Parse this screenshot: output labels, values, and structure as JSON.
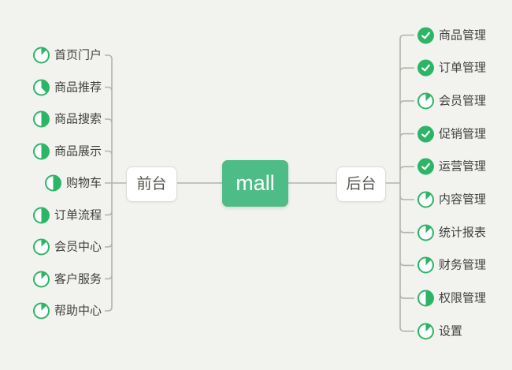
{
  "root": {
    "label": "mall"
  },
  "colors": {
    "node_green": "#4ebc86",
    "icon_green": "#2db567",
    "line_gray": "#b3b3ae",
    "background": "#f2f2ef"
  },
  "branches": {
    "left": {
      "label": "前台",
      "items": [
        {
          "label": "首页门户",
          "icon": "progress-pie",
          "progress": 12.5
        },
        {
          "label": "商品推荐",
          "icon": "progress-pie",
          "progress": 37.5
        },
        {
          "label": "商品搜索",
          "icon": "progress-pie",
          "progress": 50
        },
        {
          "label": "商品展示",
          "icon": "progress-pie",
          "progress": 50
        },
        {
          "label": "购物车",
          "icon": "progress-pie",
          "progress": 50
        },
        {
          "label": "订单流程",
          "icon": "progress-pie",
          "progress": 50
        },
        {
          "label": "会员中心",
          "icon": "progress-pie",
          "progress": 12.5
        },
        {
          "label": "客户服务",
          "icon": "progress-pie",
          "progress": 12.5
        },
        {
          "label": "帮助中心",
          "icon": "progress-pie",
          "progress": 12.5
        }
      ]
    },
    "right": {
      "label": "后台",
      "items": [
        {
          "label": "商品管理",
          "icon": "check",
          "progress": 100
        },
        {
          "label": "订单管理",
          "icon": "check",
          "progress": 100
        },
        {
          "label": "会员管理",
          "icon": "progress-pie",
          "progress": 12.5
        },
        {
          "label": "促销管理",
          "icon": "check",
          "progress": 100
        },
        {
          "label": "运营管理",
          "icon": "check",
          "progress": 100
        },
        {
          "label": "内容管理",
          "icon": "progress-pie",
          "progress": 12.5
        },
        {
          "label": "统计报表",
          "icon": "progress-pie",
          "progress": 12.5
        },
        {
          "label": "财务管理",
          "icon": "progress-pie",
          "progress": 12.5
        },
        {
          "label": "权限管理",
          "icon": "progress-pie",
          "progress": 50
        },
        {
          "label": "设置",
          "icon": "progress-pie",
          "progress": 12.5
        }
      ]
    }
  }
}
